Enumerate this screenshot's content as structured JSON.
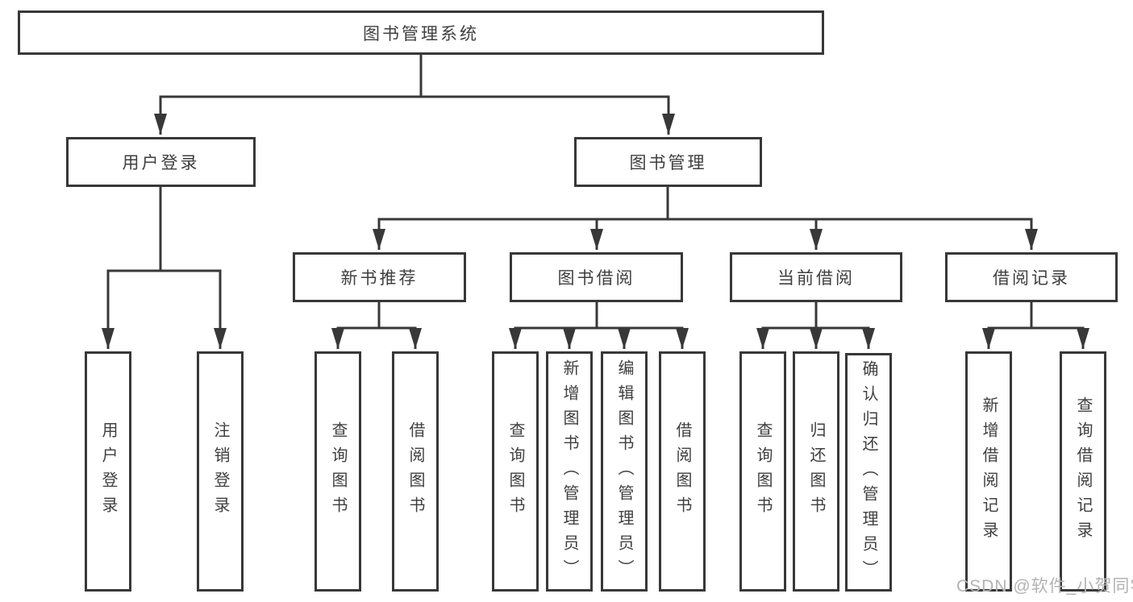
{
  "nodes": {
    "root": {
      "label": "图书管理系统"
    },
    "level2": [
      {
        "label": "用户登录"
      },
      {
        "label": "图书管理"
      }
    ],
    "level3": [
      {
        "label": "新书推荐"
      },
      {
        "label": "图书借阅"
      },
      {
        "label": "当前借阅"
      },
      {
        "label": "借阅记录"
      }
    ],
    "leaves": [
      {
        "label": "用户登录"
      },
      {
        "label": "注销登录"
      },
      {
        "label": "查询图书"
      },
      {
        "label": "借阅图书"
      },
      {
        "label": "查询图书"
      },
      {
        "label": "新增图书（管理员）"
      },
      {
        "label": "编辑图书（管理员）"
      },
      {
        "label": "借阅图书"
      },
      {
        "label": "查询图书"
      },
      {
        "label": "归还图书"
      },
      {
        "label": "确认归还（管理员）"
      },
      {
        "label": "新增借阅记录"
      },
      {
        "label": "查询借阅记录"
      }
    ]
  },
  "watermark": "CSDN @软件_小贺同学",
  "colors": {
    "line": "#383838",
    "box_fill": "#ffffff",
    "text": "#3f3f3f",
    "watermark": "#b3b3b3",
    "background": "#ffffff"
  }
}
